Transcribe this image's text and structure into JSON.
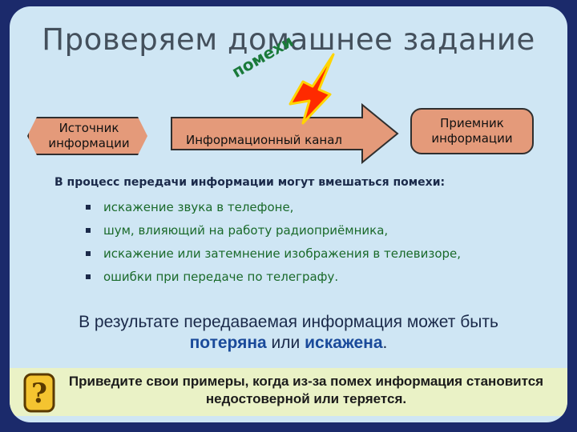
{
  "slide": {
    "title": "Проверяем домашнее задание",
    "noise_label": "помехи",
    "source_label": "Источник информации",
    "channel_label": "Информационный  канал",
    "receiver_label": "Приемник информации",
    "intro": "В процесс передачи информации могут вмешаться помехи:",
    "examples": [
      "искажение звука в телефоне,",
      "шум, влияющий на работу радиоприёмника,",
      "искажение или затемнение изображения в телевизоре,",
      "ошибки при передаче по телеграфу."
    ],
    "result_line1": "В результате передаваемая информация  может  быть",
    "result_lost": "потеряна",
    "result_or": " или ",
    "result_distorted": "искажена",
    "result_end": ".",
    "question_icon_text": "?",
    "question_text": "Приведите свои примеры, когда из-за помех информация становится недостоверной или теряется."
  },
  "colors": {
    "background_frame": "#1b2a6b",
    "slide": "#cfe6f4",
    "box_fill": "#e49a7a",
    "lightning_fill": "#ff2a00",
    "lightning_outline": "#ffd400",
    "noise_text": "#1a7a3a",
    "list_text": "#1a6a2a",
    "highlight": "#1a4a9a"
  }
}
